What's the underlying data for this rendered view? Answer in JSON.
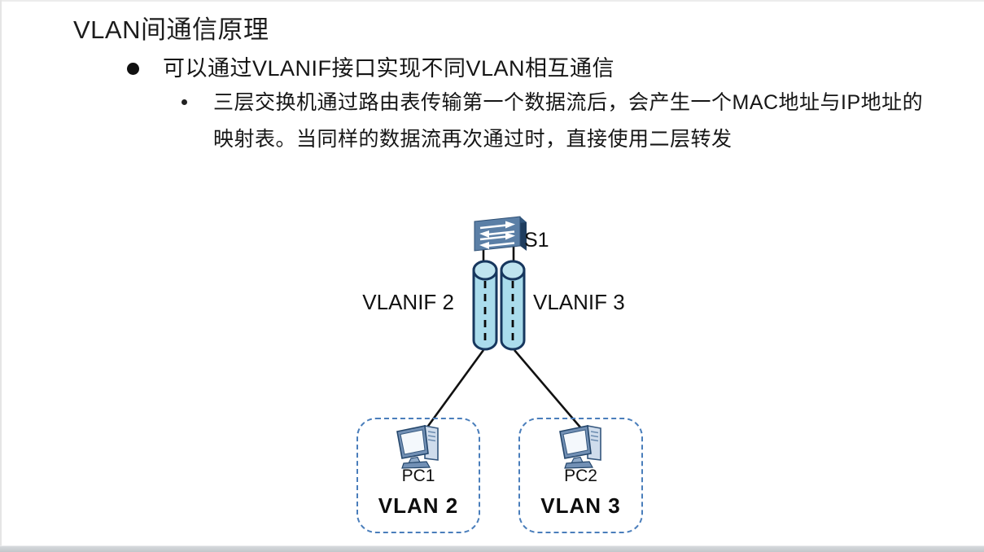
{
  "slide": {
    "title": "VLAN间通信原理",
    "bullets": [
      {
        "level": 1,
        "text": "可以通过VLANIF接口实现不同VLAN相互通信"
      },
      {
        "level": 2,
        "lines": [
          "三层交换机通过路由表传输第一个数据流后，会产生一个MAC地址与IP地址的",
          "映射表。当同样的数据流再次通过时，直接使用二层转发"
        ]
      }
    ]
  },
  "diagram": {
    "switch": {
      "label": "S1"
    },
    "interfaces": [
      {
        "label": "VLANIF 2"
      },
      {
        "label": "VLANIF 3"
      }
    ],
    "pcs": [
      {
        "label": "PC1",
        "vlan": "VLAN 2"
      },
      {
        "label": "PC2",
        "vlan": "VLAN 3"
      }
    ],
    "colors": {
      "cylinder_fill": "#aadcec",
      "cylinder_lid_fill": "#bfe4ef",
      "cylinder_stroke": "#17375e",
      "dashed_box_border": "#4a7ebb",
      "switch_front": "#5b7fa6",
      "switch_side": "#1f3d5f",
      "link_line": "#111111"
    }
  }
}
